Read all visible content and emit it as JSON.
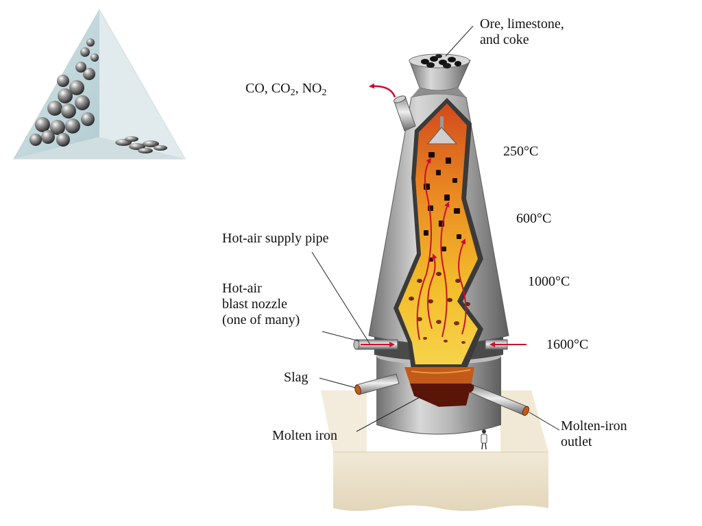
{
  "labels": {
    "ore_line1": "Ore, limestone,",
    "ore_line2": "and coke",
    "gas_co": "CO, CO",
    "gas_co2_sub": "2",
    "gas_no": ", NO",
    "gas_no2_sub": "2",
    "temp_250": "250°C",
    "temp_600": "600°C",
    "temp_1000": "1000°C",
    "temp_1600": "1600°C",
    "hot_air_pipe": "Hot-air supply pipe",
    "nozzle_line1": "Hot-air",
    "nozzle_line2": "blast nozzle",
    "nozzle_line3": "(one of many)",
    "slag": "Slag",
    "molten_iron": "Molten iron",
    "outlet_line1": "Molten-iron",
    "outlet_line2": "outlet"
  },
  "colors": {
    "steel": "#9a9a9a",
    "charge_top": "#d4501e",
    "charge_bottom": "#f2c52a",
    "molten_iron": "#5a1408",
    "slag": "#c45a1a",
    "arrow": "#c8102e",
    "base": "#ede4cf"
  }
}
